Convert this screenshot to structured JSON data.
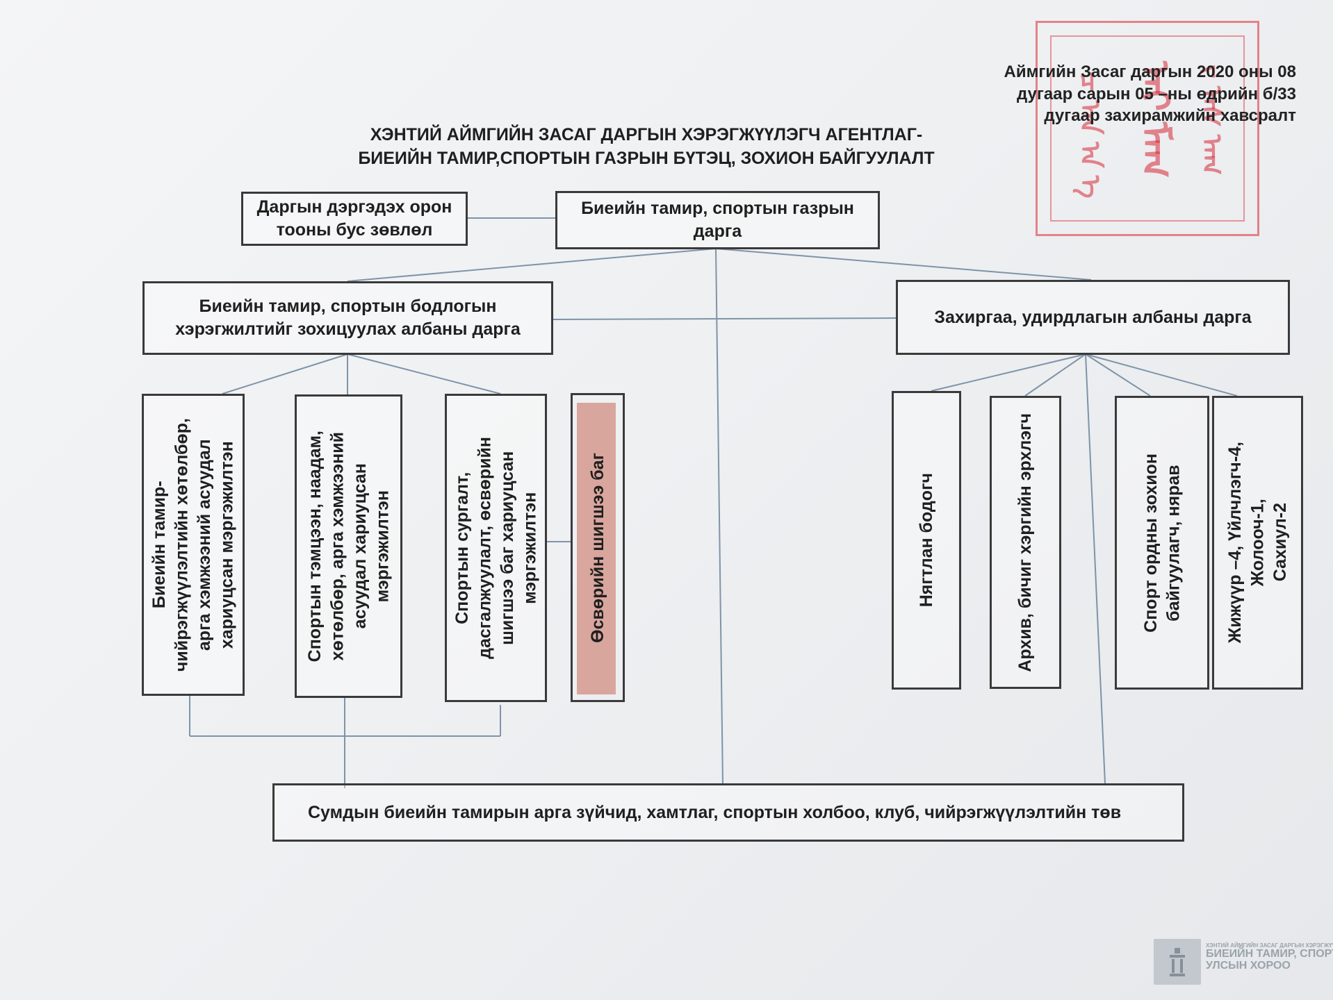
{
  "annex": {
    "line1": "Аймгийн Засаг даргын 2020 оны 08",
    "line2": "дугаар сарын 05 –ны өдрийн б/33",
    "line3": "дугаар захирамжийн хавсралт"
  },
  "title": {
    "line1": "ХЭНТИЙ АЙМГИЙН ЗАСАГ ДАРГЫН ХЭРЭГЖҮҮЛЭГЧ  АГЕНТЛАГ-",
    "line2": "БИЕИЙН ТАМИР,СПОРТЫН ГАЗРЫН БҮТЭЦ, ЗОХИОН БАЙГУУЛАЛТ"
  },
  "boxes": {
    "council": {
      "line1": "Даргын дэргэдэх орон",
      "line2": "тооны бус зөвлөл"
    },
    "head": {
      "line1": "Биеийн тамир, спортын газрын",
      "line2": "дарга"
    },
    "policy": {
      "line1": "Биеийн тамир, спортын бодлогын",
      "line2": "хэрэгжилтийг зохицуулах  албаны дарга"
    },
    "admin": {
      "label": "Захиргаа, удирдлагын албаны дарга"
    },
    "v1": [
      "Биеийн тамир-",
      "чийрэгжүүлэлтийн хөтөлбөр,",
      "арга хэмжээний  асуудал",
      "хариуцсан  мэргэжилтэн"
    ],
    "v2": [
      "Спортын тэмцээн, наадам,",
      "хөтөлбөр, арга хэмжээний",
      "асуудал хариуцсан",
      "мэргэжилтэн"
    ],
    "v3": [
      "Спортын сургалт,",
      "дасгалжуулалт, өсвөрийн",
      "шигшээ баг хариуцсан",
      "мэргэжилтэн"
    ],
    "v4": [
      "Өсвөрийн шигшээ баг"
    ],
    "v5": [
      "Нягтлан бодогч"
    ],
    "v6": [
      "Архив, бичиг хэргийн эрхлэгч"
    ],
    "v7": [
      "Спорт ордны зохион",
      "байгуулагч, нярав"
    ],
    "v8": [
      "Жижүүр –4, Үйлчлэгч-4,",
      "Жолооч-1,",
      "Сахиул-2"
    ],
    "bottom": {
      "label": "Сумдын биеийн тамирын арга зүйчид,  хамтлаг, спортын холбоо, клуб, чийрэгжүүлэлтийн төв"
    }
  },
  "watermark": {
    "line1": "ХЭНТИЙ АЙМГИЙН ЗАСАГ ДАРГЫН ХЭРЭГЖҮҮЛЭГЧ АГЕНТЛАГ",
    "line2": "БИЕИЙН ТАМИР, СПОРТЫН",
    "line3": "УЛСЫН ХОРОО"
  },
  "colors": {
    "ink": "#1f1f1f",
    "line": "#7f93a8",
    "stamp": "#dc2832",
    "highlight": "#d9a69e"
  }
}
